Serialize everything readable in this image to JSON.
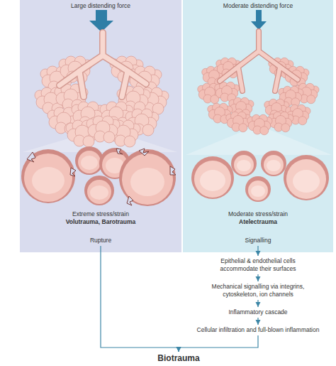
{
  "diagram": {
    "nodes": [
      {
        "text": [
          "Large distending force"
        ]
      },
      {
        "text": [
          "Extreme stress/strain",
          "Volutrauma, Barotrauma"
        ],
        "in": 0
      },
      {
        "text": [
          "Rupture"
        ],
        "in": 0
      },
      {
        "text": [
          "Moderate distending force"
        ]
      },
      {
        "text": [
          "Moderate stress/strain",
          "Atelectrauma"
        ],
        "in": 3
      },
      {
        "text": [
          "Signalling"
        ],
        "in": 3
      },
      {
        "text": [
          "Epithelial & endothelial cells accommodate their surfaces"
        ]
      },
      {
        "text": [
          "Mechanical signalling via integrins, cytoskeleton, ion channels"
        ]
      },
      {
        "text": [
          "Inflammatory cascade"
        ]
      },
      {
        "text": [
          "Cellular infiltration and full-blown inflammation"
        ]
      },
      {
        "text": [
          "Biotrauma"
        ]
      }
    ],
    "edges": [
      {
        "from": 5,
        "to": 6,
        "arrow": "to"
      },
      {
        "from": 6,
        "to": 7,
        "arrow": "to"
      },
      {
        "from": 7,
        "to": 8,
        "arrow": "to"
      },
      {
        "from": 8,
        "to": 9,
        "arrow": "to"
      },
      {
        "from": 2,
        "to": 10,
        "arrow": "to"
      },
      {
        "from": 9,
        "to": 10,
        "arrow": "to"
      }
    ]
  }
}
